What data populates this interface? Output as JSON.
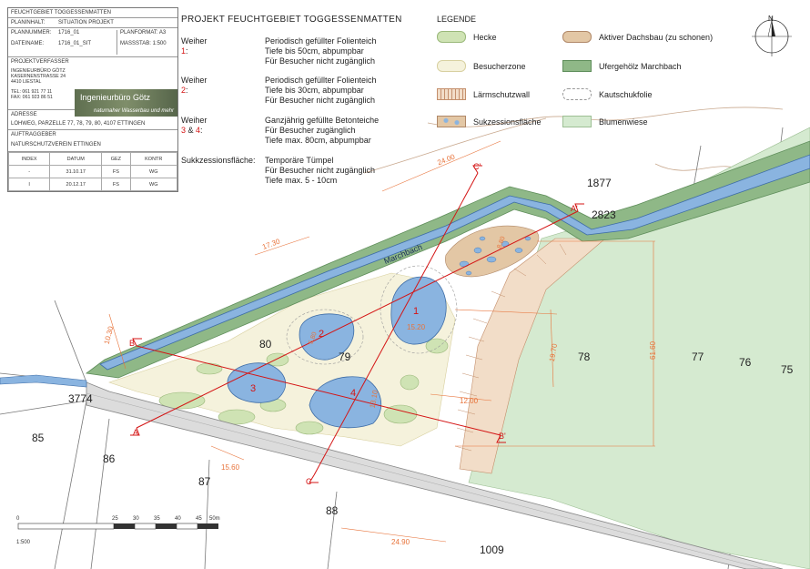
{
  "title_block": {
    "header": "FEUCHTGEBIET TOGGESSENMATTEN",
    "planinhalt_label": "PLANINHALT:",
    "planinhalt_value": "SITUATION PROJEKT",
    "plannummer_label": "PLANNUMMER:",
    "plannummer_value": "1716_01",
    "dateiname_label": "DATEINAME:",
    "dateiname_value": "1716_01_SIT",
    "planformat": "PLANFORMAT: A3",
    "massstab": "MASSSTAB: 1:500",
    "projektverfasser_label": "PROJEKTVERFASSER",
    "verfasser_lines": [
      "INGENIEURBÜRO GÖTZ",
      "KASERNENSTRASSE 24",
      "4410 LIESTAL",
      "",
      "TEL: 061 921 77 11",
      "FAX: 061 923 86 51"
    ],
    "logo_name": "Ingenieurbüro Götz",
    "logo_sub": "naturnaher Wasserbau und mehr",
    "adresse_label": "ADRESSE",
    "adresse_value": "LOHWEG, PARZELLE 77, 78, 79, 80, 4107 ETTINGEN",
    "auftraggeber_label": "AUFTRAGGEBER",
    "auftraggeber_value": "NATURSCHUTZVEREIN ETTINGEN",
    "revision_headers": [
      "INDEX",
      "DATUM",
      "GEZ",
      "KONTR"
    ],
    "revisions": [
      [
        "-",
        "31.10.17",
        "FS",
        "WG"
      ],
      [
        "I",
        "20.12.17",
        "FS",
        "WG"
      ]
    ]
  },
  "project": {
    "title": "PROJEKT FEUCHTGEBIET TOGGESSENMATTEN",
    "ponds": [
      {
        "label_pre": "Weiher ",
        "n1": "1",
        "mid": "",
        "n2": "",
        "label_post": ":",
        "lines": [
          "Periodisch gefüllter Folienteich",
          "Tiefe bis 50cm, abpumpbar",
          "Für Besucher nicht zugänglich"
        ]
      },
      {
        "label_pre": "Weiher ",
        "n1": "2",
        "mid": "",
        "n2": "",
        "label_post": ":",
        "lines": [
          "Periodisch gefüllter Folienteich",
          "Tiefe bis 30cm, abpumpbar",
          "Für Besucher nicht zugänglich"
        ]
      },
      {
        "label_pre": "Weiher ",
        "n1": "3",
        "mid": " & ",
        "n2": "4",
        "label_post": ":",
        "lines": [
          "Ganzjährig gefüllte Betonteiche",
          "Für Besucher zugänglich",
          "Tiefe max. 80cm, abpumpbar"
        ]
      },
      {
        "label_pre": "Sukkzessionsfläche:",
        "n1": "",
        "mid": "",
        "n2": "",
        "label_post": "",
        "lines": [
          "Temporäre Tümpel",
          "Für Besucher nicht zugänglich",
          "Tiefe max. 5 - 10cm"
        ]
      }
    ]
  },
  "legend": {
    "title": "LEGENDE",
    "items": [
      {
        "label": "Hecke",
        "color": "#cfe3b4"
      },
      {
        "label": "Aktiver Dachsbau (zu schonen)",
        "color": "#e3c7a5"
      },
      {
        "label": "Besucherzone",
        "color": "#f5f2dc"
      },
      {
        "label": "Ufergehölz Marchbach",
        "color": "#8fb887"
      },
      {
        "label": "Lärmschutzwall",
        "color": "#f2ddc8"
      },
      {
        "label": "Kautschukfolie",
        "color": "#ffffff"
      },
      {
        "label": "Sukzessionsfläche",
        "color": "#e3c7a5"
      },
      {
        "label": "Blumenwiese",
        "color": "#d5ead0"
      }
    ]
  },
  "map": {
    "north": "N",
    "stream_name": "Marchbach",
    "parcels": [
      "1877",
      "2823",
      "80",
      "79",
      "78",
      "77",
      "76",
      "75",
      "3774",
      "85",
      "86",
      "87",
      "88",
      "1009"
    ],
    "pond_numbers": [
      "1",
      "2",
      "3",
      "4"
    ],
    "sections": [
      "A",
      "A'",
      "B",
      "B'",
      "C",
      "C'"
    ],
    "dimensions": [
      "24.00",
      "17.30",
      "10.30",
      "8.80",
      "5.80",
      "15.20",
      "19.70",
      "61.60",
      "12.00",
      "13.10",
      "15.60",
      "24.90"
    ]
  },
  "scale_bar": {
    "ticks": [
      "0",
      "25",
      "30",
      "35",
      "40",
      "45",
      "50m"
    ],
    "ratio": "1:500"
  },
  "colors": {
    "water": "#8ab4e0",
    "stream_bank": "#8fb887",
    "wiese": "#d5ead0",
    "section_line": "#d41414",
    "dimension": "#e8733a"
  }
}
